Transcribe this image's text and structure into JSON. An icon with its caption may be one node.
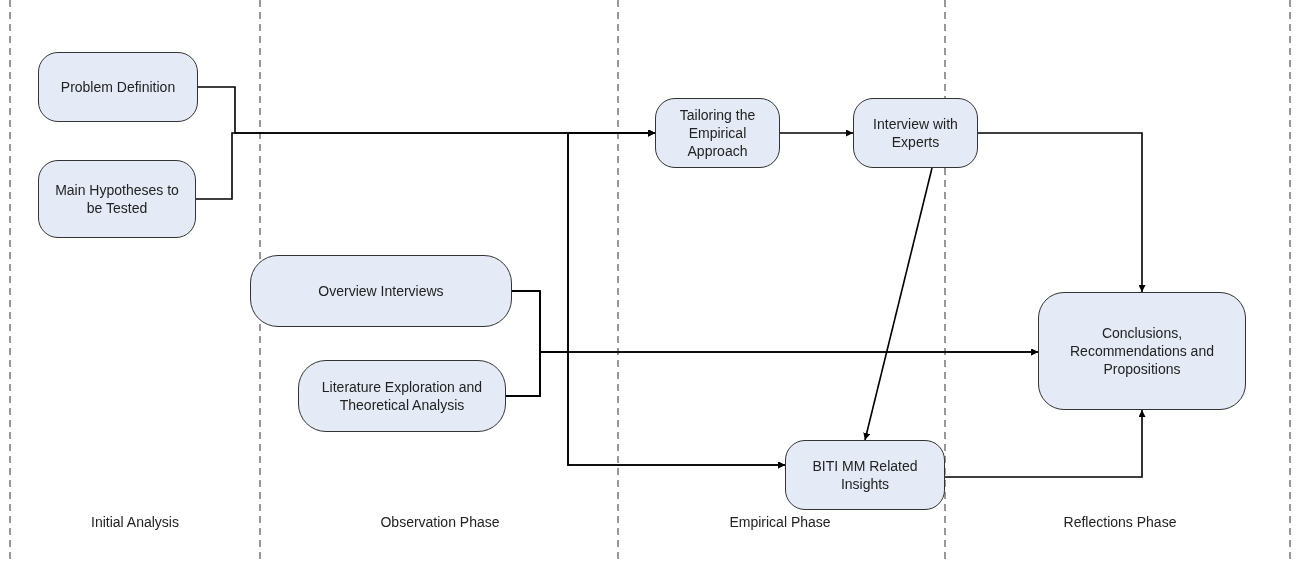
{
  "diagram": {
    "nodes": [
      {
        "text": [
          "Problem Definition"
        ]
      },
      {
        "text": [
          "Main Hypotheses to be Tested"
        ]
      },
      {
        "text": [
          "Tailoring the Empirical Approach"
        ]
      },
      {
        "text": [
          "Interview with Experts"
        ]
      },
      {
        "text": [
          "Overview Interviews"
        ]
      },
      {
        "text": [
          "Literature Exploration and Theoretical Analysis"
        ]
      },
      {
        "text": [
          "BITI MM Related Insights"
        ]
      },
      {
        "text": [
          "Conclusions, Recommendations and Propositions"
        ]
      }
    ],
    "edges": [
      {
        "from": 0,
        "to": 2,
        "arrow": "to"
      },
      {
        "from": 1,
        "to": 2,
        "arrow": "to"
      },
      {
        "from": 4,
        "to": 2,
        "arrow": "to"
      },
      {
        "from": 5,
        "to": 2,
        "arrow": "to"
      },
      {
        "from": 4,
        "to": 7,
        "arrow": "to"
      },
      {
        "from": 5,
        "to": 7,
        "arrow": "to"
      },
      {
        "from": 4,
        "to": 6,
        "arrow": "to"
      },
      {
        "from": 5,
        "to": 6,
        "arrow": "to"
      },
      {
        "from": 2,
        "to": 3,
        "arrow": "to"
      },
      {
        "from": 3,
        "to": 7,
        "arrow": "to"
      },
      {
        "from": 3,
        "to": 6,
        "arrow": "to"
      },
      {
        "from": 6,
        "to": 7,
        "arrow": "to"
      }
    ],
    "labels": [
      "Initial Analysis",
      "Observation Phase",
      "Empirical Phase",
      "Reflections Phase"
    ]
  }
}
